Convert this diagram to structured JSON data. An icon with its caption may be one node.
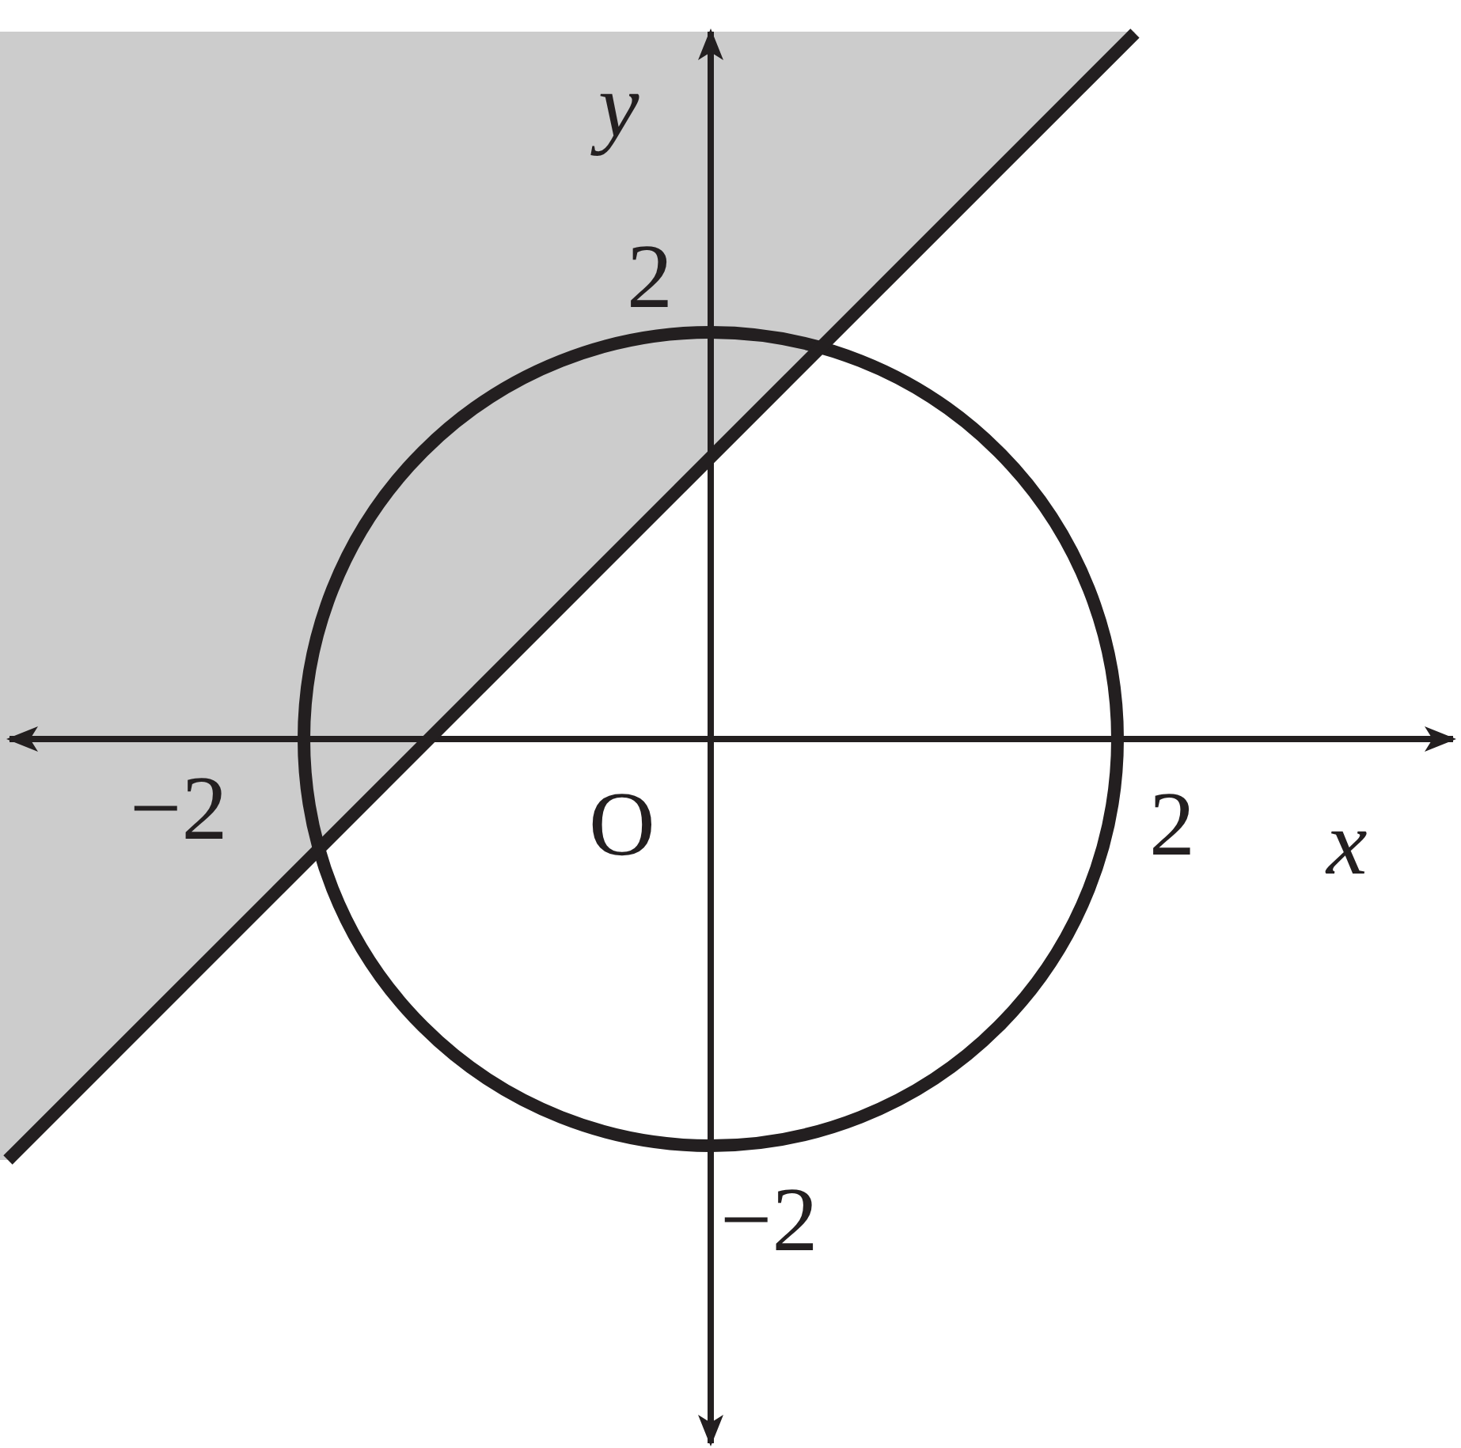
{
  "diagram": {
    "labels": [
      "y",
      "2",
      "−2",
      "O",
      "2",
      "x",
      "−2"
    ]
  }
}
